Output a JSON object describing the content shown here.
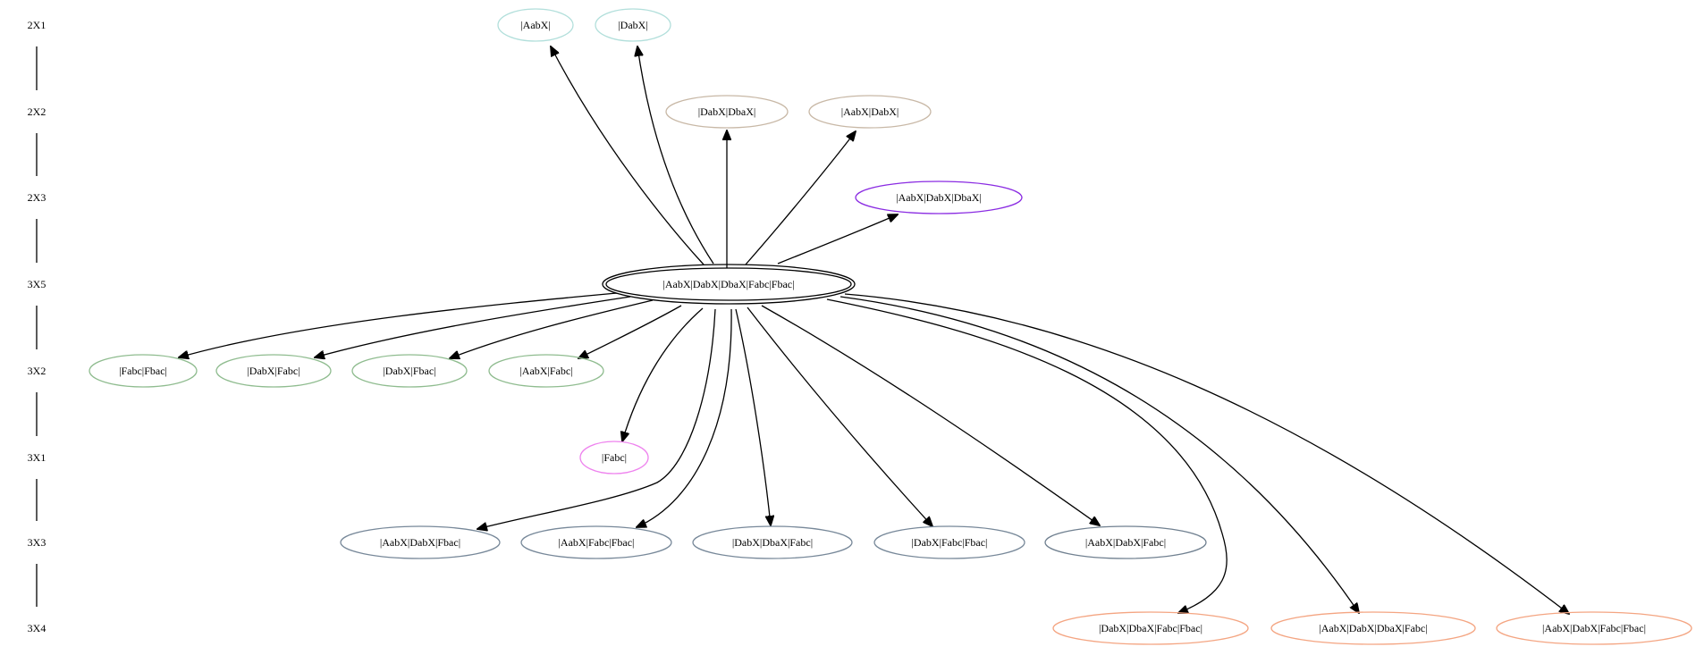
{
  "ranks": [
    {
      "id": "r2x1",
      "label": "2X1"
    },
    {
      "id": "r2x2",
      "label": "2X2"
    },
    {
      "id": "r2x3",
      "label": "2X3"
    },
    {
      "id": "r3x5",
      "label": "3X5"
    },
    {
      "id": "r3x2",
      "label": "3X2"
    },
    {
      "id": "r3x1",
      "label": "3X1"
    },
    {
      "id": "r3x3",
      "label": "3X3"
    },
    {
      "id": "r3x4",
      "label": "3X4"
    }
  ],
  "nodes": [
    {
      "id": "root",
      "label": "|AabX|DabX|DbaX|Fabc|Fbac|",
      "rank": "3X5",
      "color": "#000000",
      "style": "double"
    },
    {
      "id": "n_aabx",
      "label": "|AabX|",
      "rank": "2X1",
      "color": "#b2dfdb"
    },
    {
      "id": "n_dabx",
      "label": "|DabX|",
      "rank": "2X1",
      "color": "#b2dfdb"
    },
    {
      "id": "n_dabx_dbax",
      "label": "|DabX|DbaX|",
      "rank": "2X2",
      "color": "#c8b8a6"
    },
    {
      "id": "n_aabx_dabx",
      "label": "|AabX|DabX|",
      "rank": "2X2",
      "color": "#c8b8a6"
    },
    {
      "id": "n_aabx_dabx_dbax",
      "label": "|AabX|DabX|DbaX|",
      "rank": "2X3",
      "color": "#8a2be2"
    },
    {
      "id": "n_fabc_fbac",
      "label": "|Fabc|Fbac|",
      "rank": "3X2",
      "color": "#8fbc8f"
    },
    {
      "id": "n_dabx_fabc",
      "label": "|DabX|Fabc|",
      "rank": "3X2",
      "color": "#8fbc8f"
    },
    {
      "id": "n_dabx_fbac",
      "label": "|DabX|Fbac|",
      "rank": "3X2",
      "color": "#8fbc8f"
    },
    {
      "id": "n_aabx_fabc",
      "label": "|AabX|Fabc|",
      "rank": "3X2",
      "color": "#8fbc8f"
    },
    {
      "id": "n_fabc",
      "label": "|Fabc|",
      "rank": "3X1",
      "color": "#ee82ee"
    },
    {
      "id": "n_aabx_dabx_fbac",
      "label": "|AabX|DabX|Fbac|",
      "rank": "3X3",
      "color": "#778899"
    },
    {
      "id": "n_aabx_fabc_fbac",
      "label": "|AabX|Fabc|Fbac|",
      "rank": "3X3",
      "color": "#778899"
    },
    {
      "id": "n_dabx_dbax_fabc",
      "label": "|DabX|DbaX|Fabc|",
      "rank": "3X3",
      "color": "#778899"
    },
    {
      "id": "n_dabx_fabc_fbac",
      "label": "|DabX|Fabc|Fbac|",
      "rank": "3X3",
      "color": "#778899"
    },
    {
      "id": "n_aabx_dabx_fabc",
      "label": "|AabX|DabX|Fabc|",
      "rank": "3X3",
      "color": "#708090",
      "style": "filled"
    },
    {
      "id": "n_dabx_dbax_fabc_fbac",
      "label": "|DabX|DbaX|Fabc|Fbac|",
      "rank": "3X4",
      "color": "#f4a582"
    },
    {
      "id": "n_aabx_dabx_dbax_fabc",
      "label": "|AabX|DabX|DbaX|Fabc|",
      "rank": "3X4",
      "color": "#f4a582"
    },
    {
      "id": "n_aabx_dabx_fabc_fbac",
      "label": "|AabX|DabX|Fabc|Fbac|",
      "rank": "3X4",
      "color": "#f4a582"
    }
  ],
  "edges": [
    {
      "from": "root",
      "to": "n_aabx"
    },
    {
      "from": "root",
      "to": "n_dabx"
    },
    {
      "from": "root",
      "to": "n_dabx_dbax"
    },
    {
      "from": "root",
      "to": "n_aabx_dabx"
    },
    {
      "from": "root",
      "to": "n_aabx_dabx_dbax"
    },
    {
      "from": "root",
      "to": "n_fabc_fbac"
    },
    {
      "from": "root",
      "to": "n_dabx_fabc"
    },
    {
      "from": "root",
      "to": "n_dabx_fbac"
    },
    {
      "from": "root",
      "to": "n_aabx_fabc"
    },
    {
      "from": "root",
      "to": "n_fabc"
    },
    {
      "from": "root",
      "to": "n_aabx_dabx_fbac"
    },
    {
      "from": "root",
      "to": "n_aabx_fabc_fbac"
    },
    {
      "from": "root",
      "to": "n_dabx_dbax_fabc"
    },
    {
      "from": "root",
      "to": "n_dabx_fabc_fbac"
    },
    {
      "from": "root",
      "to": "n_aabx_dabx_fabc"
    },
    {
      "from": "root",
      "to": "n_dabx_dbax_fabc_fbac"
    },
    {
      "from": "root",
      "to": "n_aabx_dabx_dbax_fabc"
    },
    {
      "from": "root",
      "to": "n_aabx_dabx_fabc_fbac"
    }
  ]
}
